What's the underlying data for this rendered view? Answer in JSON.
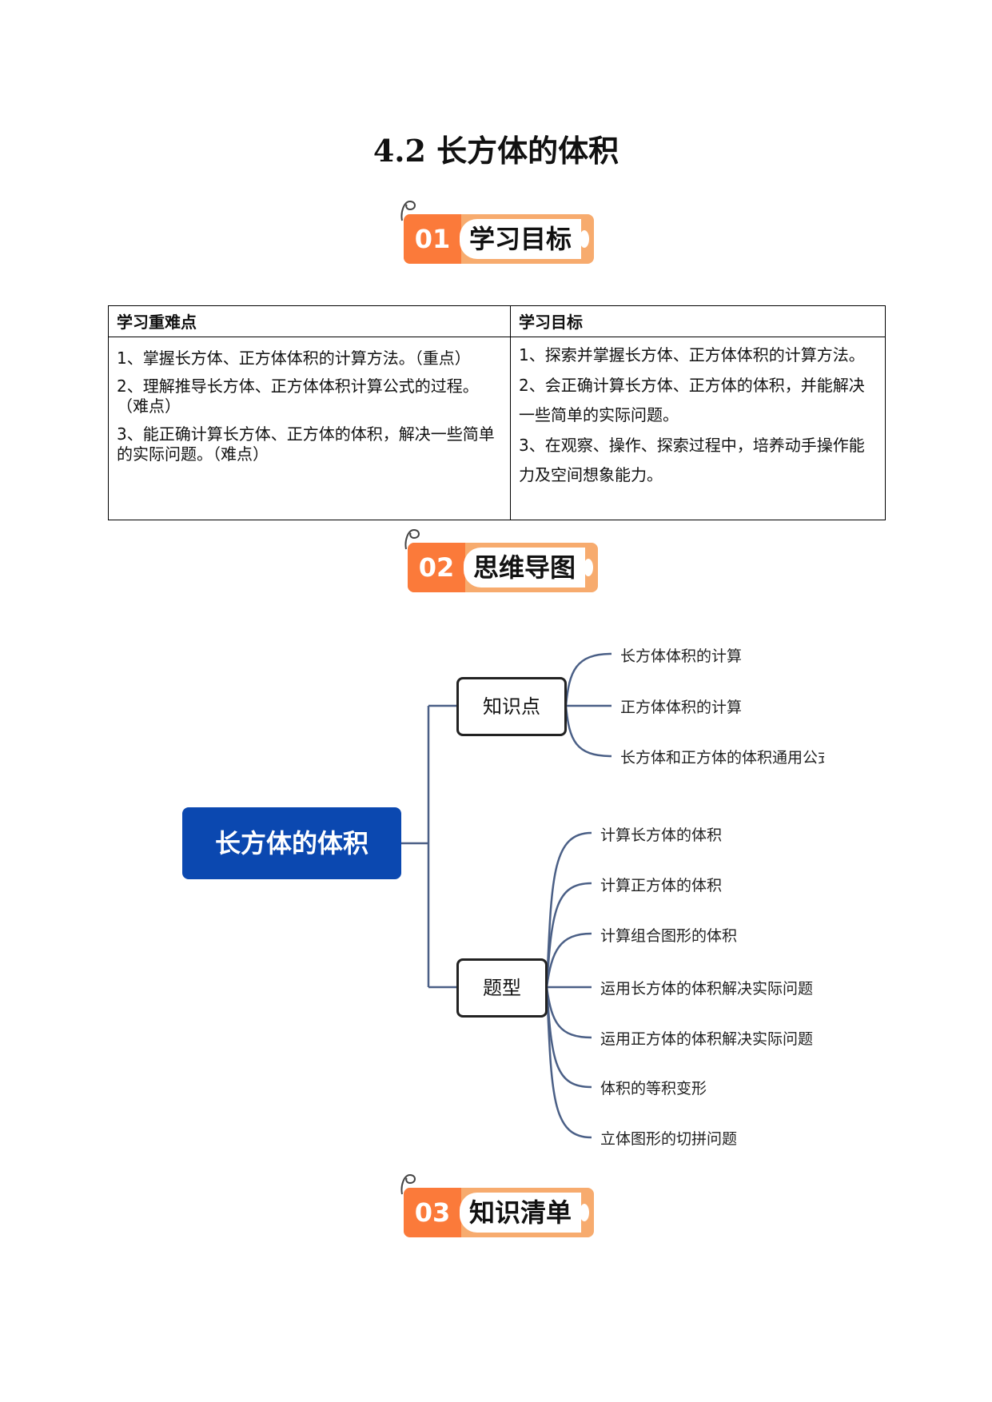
{
  "document": {
    "title": "4.2  长方体的体积"
  },
  "sections": [
    {
      "number": "01",
      "label": "学习目标"
    },
    {
      "number": "02",
      "label": "思维导图"
    },
    {
      "number": "03",
      "label": "知识清单"
    }
  ],
  "goals_table": {
    "headers": [
      "学习重难点",
      "学习目标"
    ],
    "left_items": [
      "1、掌握长方体、正方体体积的计算方法。（重点）",
      "2、理解推导长方体、正方体体积计算公式的过程。（难点）",
      "3、能正确计算长方体、正方体的体积，解决一些简单的实际问题。（难点）"
    ],
    "right_items": [
      "1、探索并掌握长方体、正方体体积的计算方法。",
      "2、会正确计算长方体、正方体的体积，并能解决一些简单的实际问题。",
      "3、在观察、操作、探索过程中，培养动手操作能力及空间想象能力。"
    ]
  },
  "mindmap": {
    "root": "长方体的体积",
    "branch_knowledge": {
      "label": "知识点",
      "items": [
        "长方体体积的计算",
        "正方体体积的计算",
        "长方体和正方体的体积通用公式"
      ]
    },
    "branch_types": {
      "label": "题型",
      "items": [
        "计算长方体的体积",
        "计算正方体的体积",
        "计算组合图形的体积",
        "运用长方体的体积解决实际问题",
        "运用正方体的体积解决实际问题",
        "体积的等积变形",
        "立体图形的切拼问题"
      ]
    }
  },
  "colors": {
    "badge_dark": "#fb7a3a",
    "badge_light": "#f7ab6e",
    "root_node": "#0b48b0",
    "connector": "#4a5f86"
  }
}
